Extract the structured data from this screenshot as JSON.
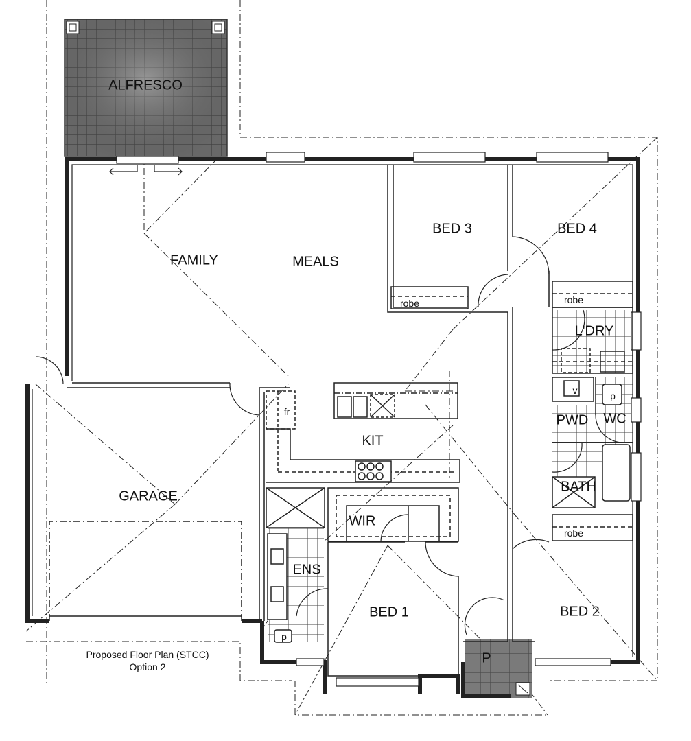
{
  "plan": {
    "caption_line1": "Proposed Floor Plan (STCC)",
    "caption_line2": "Option 2",
    "colors": {
      "wall": "#222222",
      "tile_dark": "#6e6e6e",
      "tile_grid": "#4a4a4a",
      "line": "#111111",
      "background": "#ffffff"
    },
    "rooms": {
      "alfresco": "ALFRESCO",
      "family": "FAMILY",
      "meals": "MEALS",
      "bed3": "BED 3",
      "bed4": "BED 4",
      "ldry": "L'DRY",
      "pwd": "PWD",
      "wc": "WC",
      "bath": "BATH",
      "kit": "KIT",
      "garage": "GARAGE",
      "wir": "WIR",
      "ens": "ENS",
      "bed1": "BED 1",
      "bed2": "BED 2",
      "porch": "P"
    },
    "fixtures": {
      "robe_bed3": "robe",
      "robe_bed4": "robe",
      "robe_bed2": "robe",
      "fridge": "fr",
      "wc_pan_ldry": "p",
      "wc_pan_ens": "p",
      "vanity": "v"
    }
  }
}
